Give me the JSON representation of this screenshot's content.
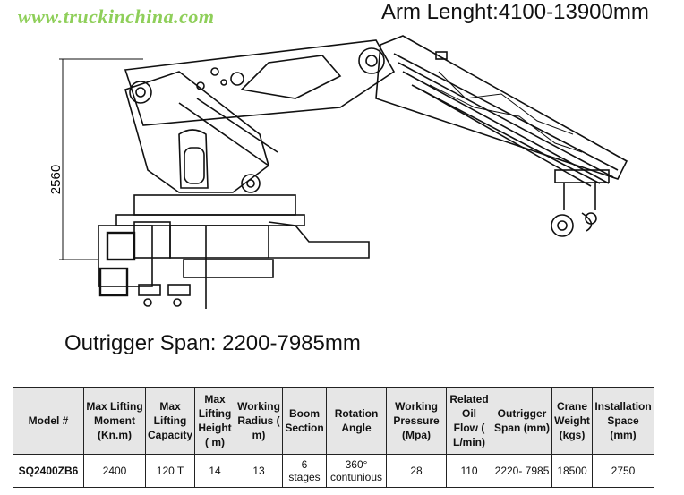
{
  "watermark": "www.truckinchina.com",
  "arm_length": "Arm Lenght:4100-13900mm",
  "height_dimension": "2560",
  "outrigger_span": "Outrigger Span: 2200-7985mm",
  "table": {
    "headers": [
      "Model #",
      "Max Lifting Moment (Kn.m)",
      "Max Lifting Capacity",
      "Max Lifting Height ( m)",
      "Working Radius ( m)",
      "Boom Section",
      "Rotation Angle",
      "Working Pressure (Mpa)",
      "Related Oil Flow ( L/min)",
      "Outrigger Span (mm)",
      "Crane Weight (kgs)",
      "Installation Space (mm)"
    ],
    "row": [
      "SQ2400ZB6",
      "2400",
      "120 T",
      "14",
      "13",
      "6 stages",
      "360° contunious",
      "28",
      "110",
      "2220- 7985",
      "18500",
      "2750"
    ]
  }
}
